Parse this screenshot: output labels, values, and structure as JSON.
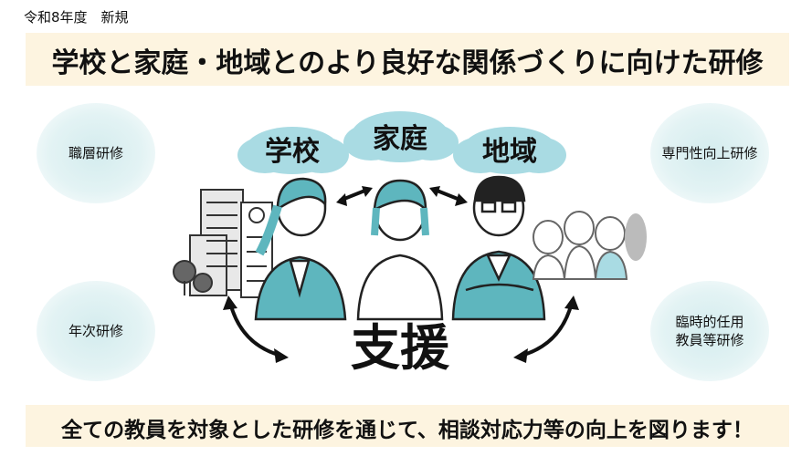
{
  "header": {
    "era_label": "令和8年度　新規",
    "title": "学校と家庭・地域とのより良好な関係づくりに向けた研修"
  },
  "trainings": {
    "left_top": "職層研修",
    "left_bottom": "年次研修",
    "right_top": "専門性向上研修",
    "right_bottom_line1": "臨時的任用",
    "right_bottom_line2": "教員等研修"
  },
  "illustration": {
    "cloud_school": "学校",
    "cloud_home": "家庭",
    "cloud_region": "地域",
    "support": "支援"
  },
  "footer": {
    "message": "全ての教員を対象とした研修を通じて、相談対応力等の向上を図ります！"
  },
  "colors": {
    "band": "#fdf4e0",
    "cloud": "#a9dbe3",
    "teal": "#5eb6be",
    "circle": "#d4ecee"
  }
}
